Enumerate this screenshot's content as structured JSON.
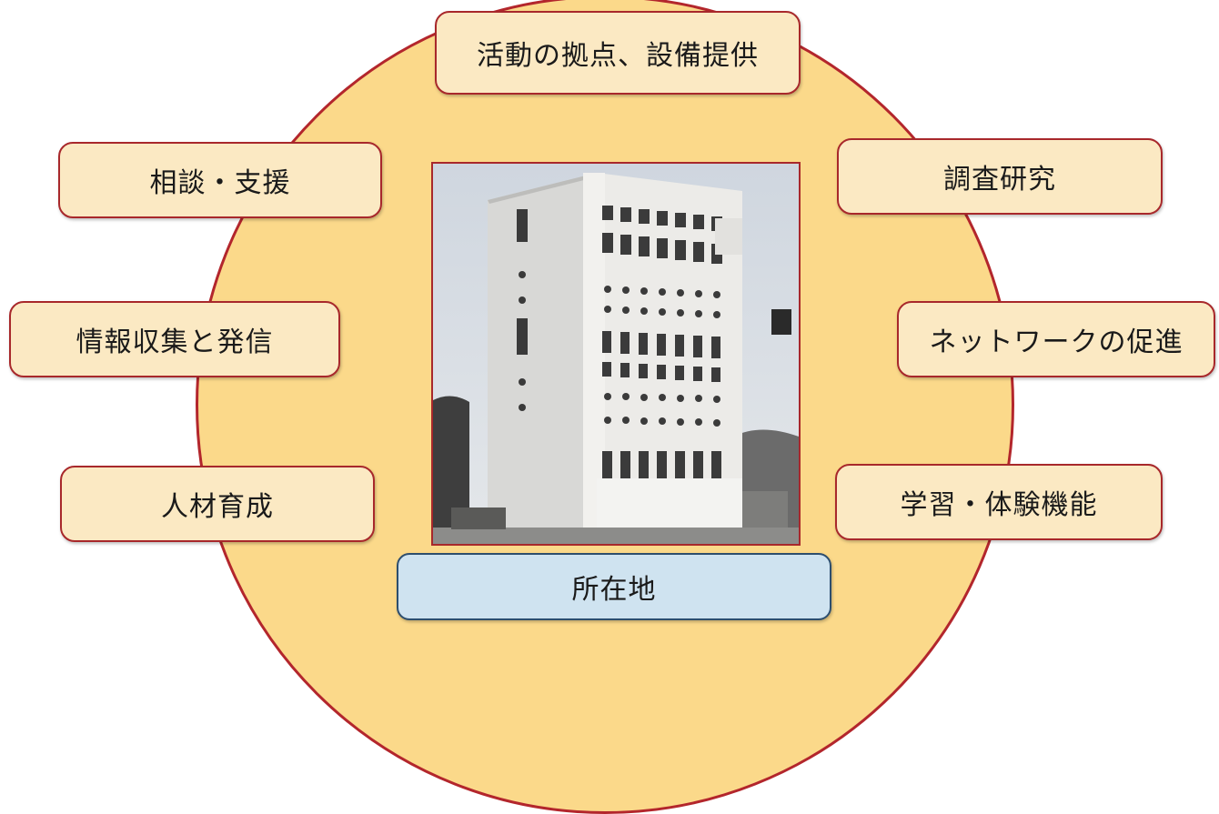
{
  "center": {
    "photo_label": "building-photo",
    "location_label": "所在地"
  },
  "functions": [
    {
      "label": "活動の拠点、設備提供"
    },
    {
      "label": "相談・支援"
    },
    {
      "label": "調査研究"
    },
    {
      "label": "情報収集と発信"
    },
    {
      "label": "ネットワークの促進"
    },
    {
      "label": "人材育成"
    },
    {
      "label": "学習・体験機能"
    }
  ],
  "colors": {
    "circle_fill": "#fbd98a",
    "circle_border": "#b3262c",
    "box_fill": "#fbe9c3",
    "box_border": "#a8282b",
    "location_fill": "#cfe3f0",
    "location_border": "#2d4e6e"
  }
}
